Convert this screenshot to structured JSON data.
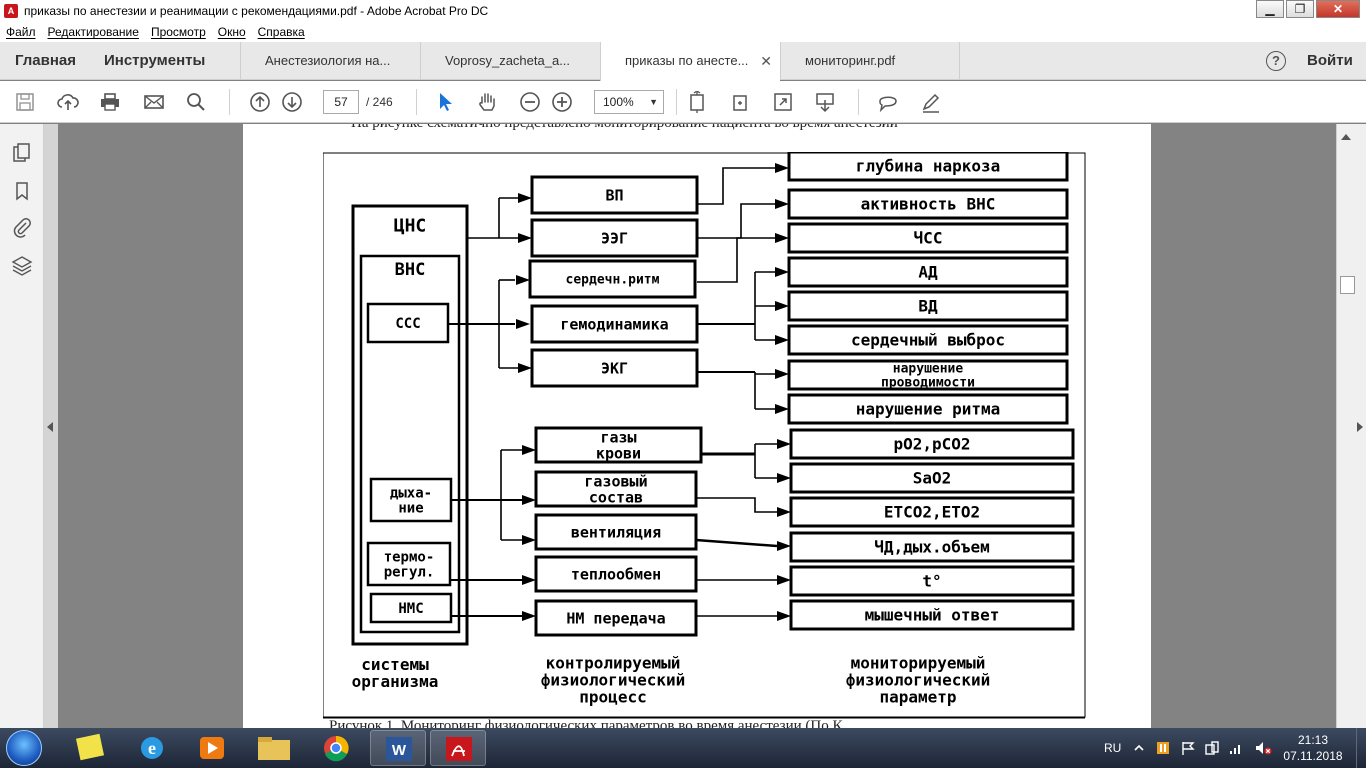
{
  "window": {
    "title": "приказы по анестезии и реанимации с рекомендациями.pdf - Adobe Acrobat Pro DC",
    "minimize": "▁",
    "restore": "❐",
    "close": "✕"
  },
  "menu": [
    {
      "label": "Файл"
    },
    {
      "label": "Редактирование"
    },
    {
      "label": "Просмотр"
    },
    {
      "label": "Окно"
    },
    {
      "label": "Справка"
    }
  ],
  "nav": {
    "home": "Главная",
    "tools": "Инструменты",
    "sign_in": "Войти",
    "help": "?"
  },
  "tabs": [
    {
      "label": "Анестезиология на..."
    },
    {
      "label": "Voprosy_zacheta_a..."
    },
    {
      "label": "приказы по анесте...",
      "close": "✕"
    },
    {
      "label": "мониторинг.pdf"
    }
  ],
  "toolbar": {
    "page_current": "57",
    "page_total": "/ 246",
    "zoom": "100%",
    "zoom_dropdown": "▼"
  },
  "document": {
    "top_text": "На рисунке схематично представлено мониторирование пациента во время анестезии",
    "bottom_text": "Рисунок 1. Мониторинг физиологических параметров во время анестезии (По К"
  },
  "diagram": {
    "cns": "ЦНС",
    "vns": "ВНС",
    "systems": [
      "ССС",
      "дыха-|ние",
      "термо-|регул.",
      "НМС"
    ],
    "processes": [
      "ВП",
      "ЭЭГ",
      "сердечн.ритм",
      "гемодинамика",
      "ЭКГ",
      "газы|крови",
      "газовый|состав",
      "вентиляция",
      "теплообмен",
      "НМ передача"
    ],
    "parameters": [
      "глубина наркоза",
      "активность ВНС",
      "ЧСС",
      "АД",
      "ВД",
      "сердечный выброс",
      "нарушение|проводимости",
      "нарушение ритма",
      "pO2,pCO2",
      "SaO2",
      "ETCO2,ETO2",
      "ЧД,дых.объем",
      "t°",
      "мышечный ответ"
    ],
    "caption_systems": "системы|организма",
    "caption_processes": "контролируемый|физиологический|процесс",
    "caption_parameters": "мониторируемый|физиологический|параметр"
  },
  "taskbar": {
    "lang": "RU",
    "time": "21:13",
    "date": "07.11.2018"
  }
}
